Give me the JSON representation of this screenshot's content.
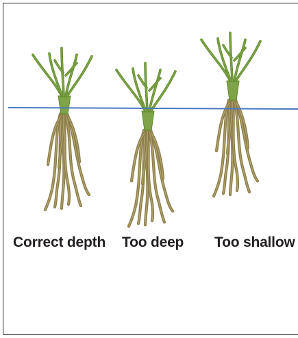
{
  "figure": {
    "labels": {
      "correct": "Correct depth",
      "deep": "Too deep",
      "shallow": "Too shallow"
    },
    "colors": {
      "soil_line": "#4a78c2",
      "leaf": "#7fa348",
      "leaf_dark": "#5e8a2a",
      "root": "#8c7d4a",
      "root_light": "#b0a46e",
      "text": "#231f20",
      "frame": "#222222"
    }
  }
}
